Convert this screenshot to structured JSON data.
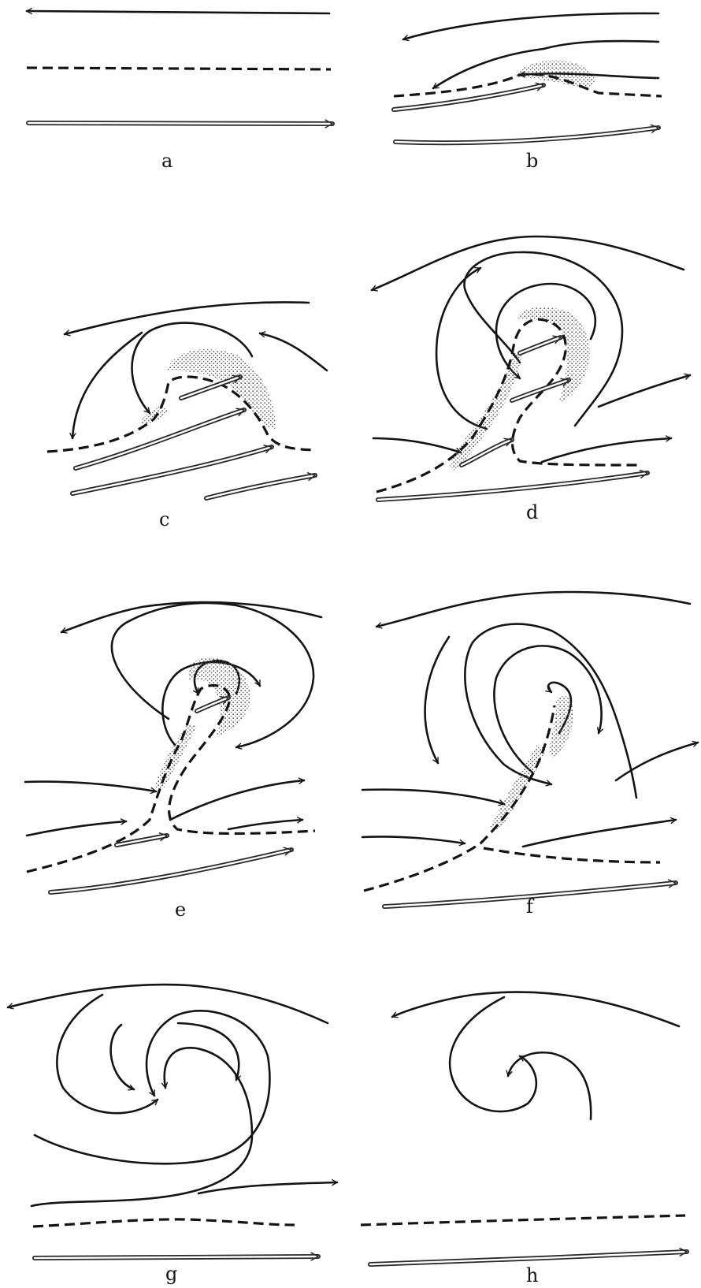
{
  "panels": [
    {
      "id": "a",
      "label": "a"
    },
    {
      "id": "b",
      "label": "b"
    },
    {
      "id": "c",
      "label": "c"
    },
    {
      "id": "d",
      "label": "d"
    },
    {
      "id": "e",
      "label": "e"
    },
    {
      "id": "f",
      "label": "f"
    },
    {
      "id": "g",
      "label": "g"
    },
    {
      "id": "h",
      "label": "h"
    }
  ],
  "colors": {
    "ink": "#141414",
    "paper": "#ffffff",
    "stipple": "#555555"
  }
}
